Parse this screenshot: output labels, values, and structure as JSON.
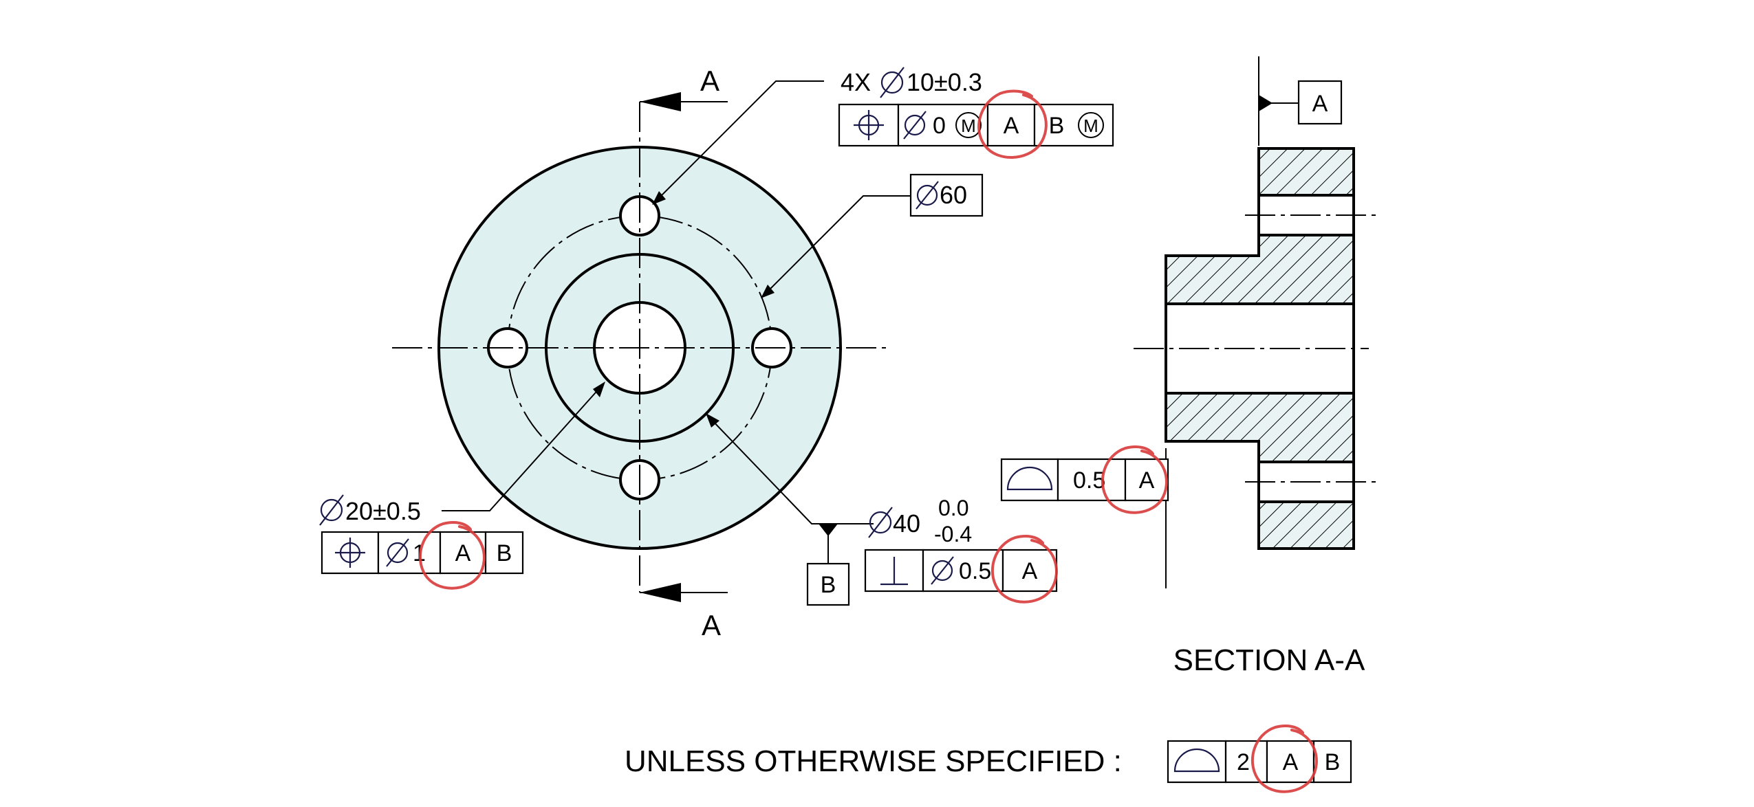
{
  "colors": {
    "line": "#000000",
    "part_fill": "#dff0f1",
    "hatch_fill": "#e9f3f3",
    "markup_circle": "#d83a3a",
    "symbol": "#1a1a4a"
  },
  "section_letters": {
    "top": "A",
    "bottom": "A",
    "datum_top": "A"
  },
  "hole_note": {
    "count_prefix": "4X",
    "diameter": "10±0.3"
  },
  "fcf_holes": {
    "symbol": "position-icon",
    "tolerance": "0",
    "modifier": "M",
    "datum_primary": "A",
    "datum_secondary": "B",
    "datum_modifier": "M"
  },
  "bolt_circle": {
    "diameter": "60"
  },
  "bore_note": {
    "diameter": "20±0.5"
  },
  "fcf_bore": {
    "symbol": "position-icon",
    "tolerance": "1",
    "datum_primary": "A",
    "datum_secondary": "B"
  },
  "boss_note": {
    "diameter": "40",
    "upper_tol": "0.0",
    "lower_tol": "-0.4",
    "datum": "B"
  },
  "fcf_boss": {
    "symbol": "perpendicularity-icon",
    "tolerance": "0.5",
    "datum": "A"
  },
  "fcf_face": {
    "symbol": "surface-profile-icon",
    "tolerance": "0.5",
    "datum": "A"
  },
  "section_title": "SECTION A-A",
  "general_note": {
    "label": "UNLESS OTHERWISE SPECIFIED :",
    "symbol": "surface-profile-icon",
    "tolerance": "2",
    "datum_primary": "A",
    "datum_secondary": "B"
  }
}
